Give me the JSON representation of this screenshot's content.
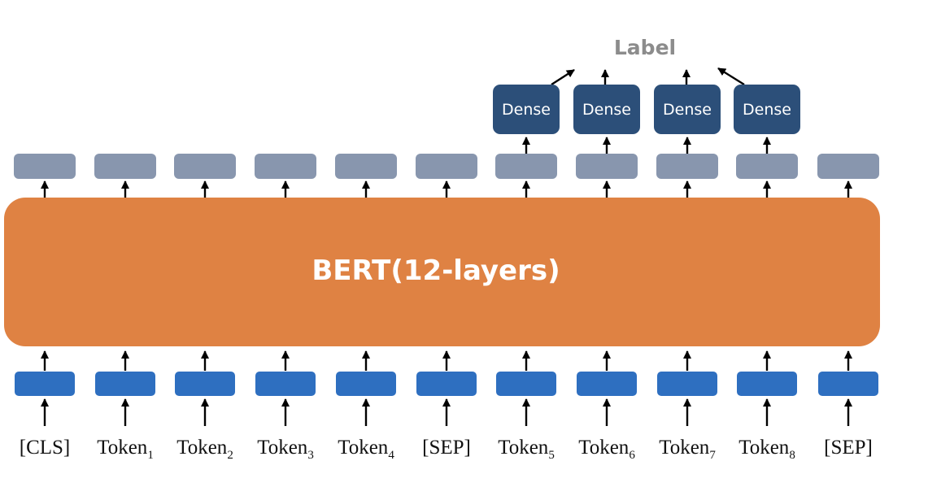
{
  "label": "Label",
  "bert": {
    "title": "BERT(12-layers)"
  },
  "dense_label": "Dense",
  "colors": {
    "bert": "#df8243",
    "embedding": "#2e6fc0",
    "hidden": "#8896ae",
    "dense": "#2c4f79",
    "label": "#8c8c8c"
  },
  "tokens": [
    {
      "text": "[CLS]",
      "sub": ""
    },
    {
      "text": "Token",
      "sub": "1"
    },
    {
      "text": "Token",
      "sub": "2"
    },
    {
      "text": "Token",
      "sub": "3"
    },
    {
      "text": "Token",
      "sub": "4"
    },
    {
      "text": "[SEP]",
      "sub": ""
    },
    {
      "text": "Token",
      "sub": "5"
    },
    {
      "text": "Token",
      "sub": "6"
    },
    {
      "text": "Token",
      "sub": "7"
    },
    {
      "text": "Token",
      "sub": "8"
    },
    {
      "text": "[SEP]",
      "sub": ""
    }
  ]
}
